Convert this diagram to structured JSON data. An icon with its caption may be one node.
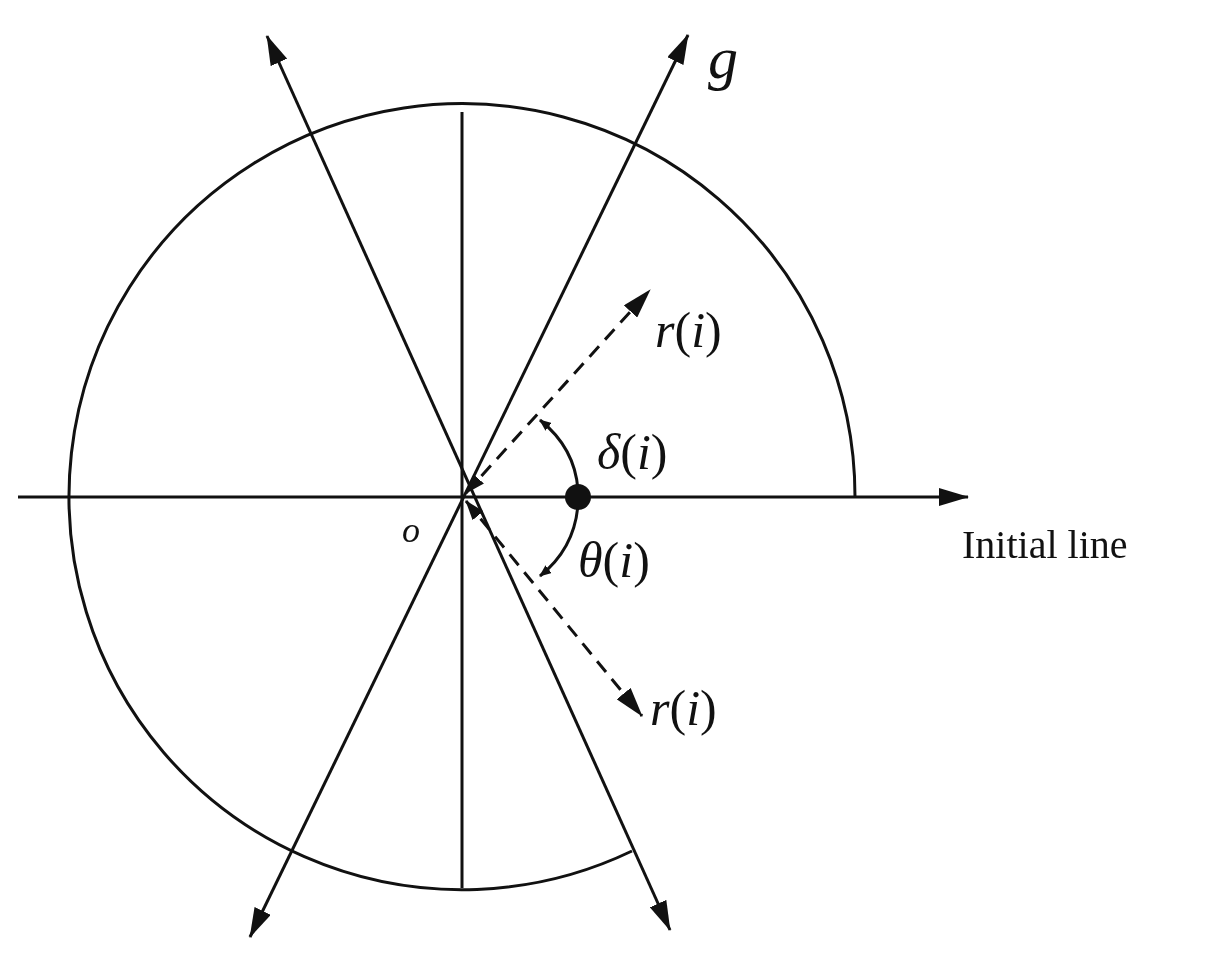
{
  "diagram": {
    "labels": [
      "*g*",
      "*r*(*i*)",
      "*δ*(*i*)",
      "*o*",
      "Initial line",
      "*θ*(*i*)",
      "*r*(*i*)"
    ]
  }
}
